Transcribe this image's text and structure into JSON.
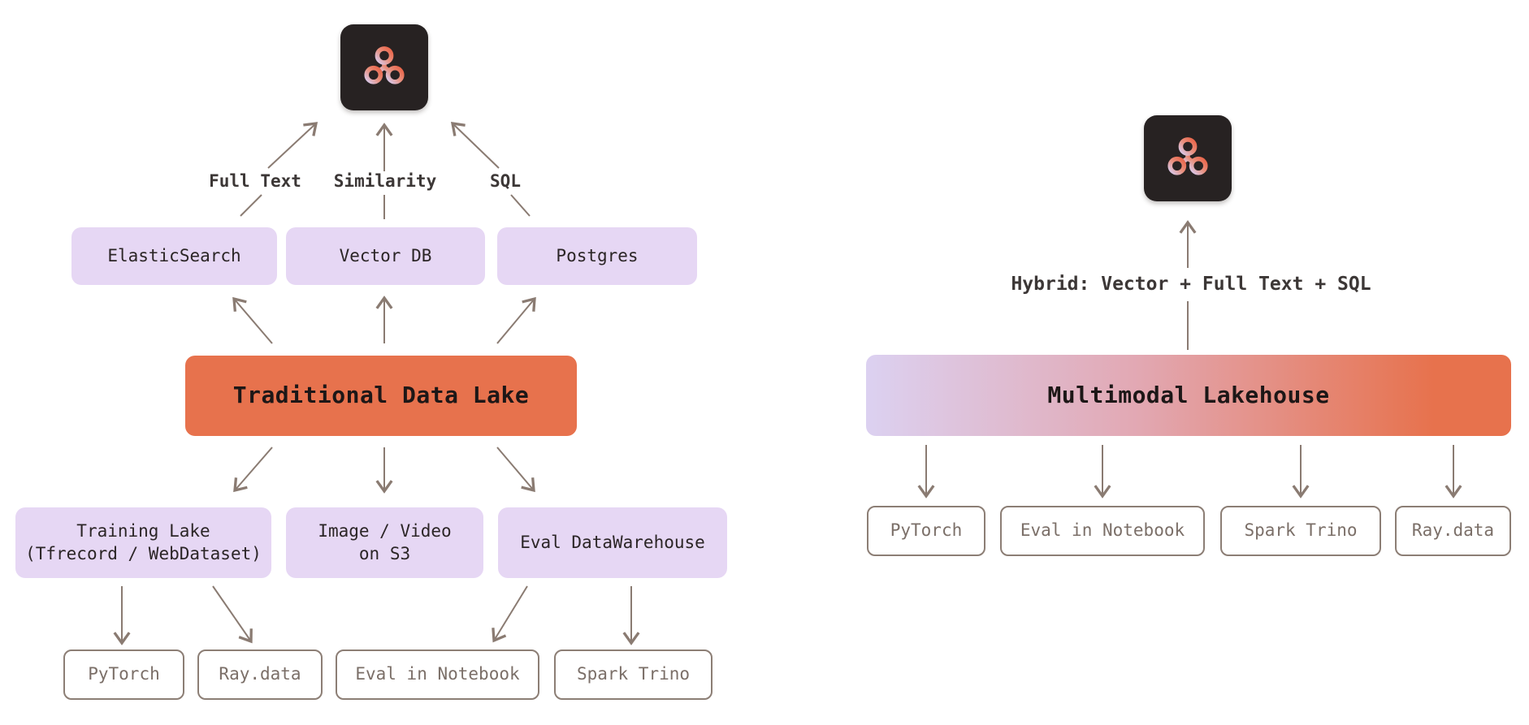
{
  "colors": {
    "purple": "#E6D7F4",
    "orange": "#E7724D",
    "lavender": "#DCD1F1",
    "pink": "#E2A8B3",
    "line": "#8A7B72",
    "tile": "#272222"
  },
  "left": {
    "logo_icon": "node-graph",
    "query_labels": [
      "Full Text",
      "Similarity",
      "SQL"
    ],
    "engines": [
      "ElasticSearch",
      "Vector DB",
      "Postgres"
    ],
    "hub": "Traditional Data Lake",
    "stores": [
      "Training Lake\n(Tfrecord / WebDataset)",
      "Image / Video\non S3",
      "Eval DataWarehouse"
    ],
    "consumers": [
      "PyTorch",
      "Ray.data",
      "Eval in Notebook",
      "Spark Trino"
    ]
  },
  "right": {
    "logo_icon": "node-graph",
    "query_label": "Hybrid: Vector + Full Text + SQL",
    "hub": "Multimodal Lakehouse",
    "consumers": [
      "PyTorch",
      "Eval in Notebook",
      "Spark Trino",
      "Ray.data"
    ]
  }
}
